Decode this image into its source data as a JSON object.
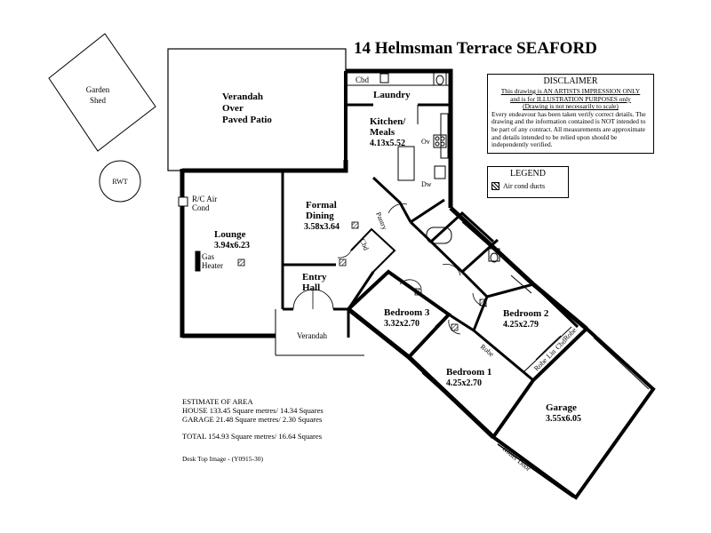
{
  "title": "14 Helmsman Terrace SEAFORD",
  "disclaimer": {
    "heading": "DISCLAIMER",
    "line1": "This drawing is AN ARTISTS IMPRESSION ONLY",
    "line2": "and is for ILLUSTRATION PURPOSES only",
    "line3": "(Drawing is not necessarily to scale)",
    "body": "Every endeavour has been taken verify correct details. The drawing and the information contained is NOT intended to be part of any contract.  All measurements are approximate and details intended to be relied upon should be independently verified."
  },
  "legend": {
    "heading": "LEGEND",
    "item": "Air cond ducts"
  },
  "rooms": {
    "verandah_patio": [
      "Verandah",
      "Over",
      "Paved Patio"
    ],
    "laundry": "Laundry",
    "cbd_laundry": "Cbd",
    "kitchen": [
      "Kitchen/",
      "Meals"
    ],
    "kitchen_size": "4.13x5.52",
    "ov": "Ov",
    "dw": "Dw",
    "formal_dining": [
      "Formal",
      "Dining"
    ],
    "formal_dining_size": "3.58x3.64",
    "pantry": "Pantry",
    "cbd_entry": "Cbd",
    "lounge": "Lounge",
    "lounge_size": "3.94x6.23",
    "rc_air": [
      "R/C Air",
      "Cond"
    ],
    "gas_heater": [
      "Gas",
      "Heater"
    ],
    "entry_hall": [
      "Entry",
      "Hall"
    ],
    "verandah": "Verandah",
    "bedroom3": "Bedroom 3",
    "bedroom3_size": "3.32x2.70",
    "bedroom2": "Bedroom 2",
    "bedroom2_size": "4.25x2.79",
    "bedroom1": "Bedroom 1",
    "bedroom1_size": "4.25x2.70",
    "robe": "Robe",
    "robe2": "Robe",
    "lin": "Lin",
    "cbd_hall": "Cbd",
    "robe3": "Robe",
    "garage": "Garage",
    "garage_size": "3.55x6.05",
    "roller_door": "Roller Door",
    "garden_shed": [
      "Garden",
      "Shed"
    ],
    "rwt": "RWT"
  },
  "area": {
    "heading": "ESTIMATE OF AREA",
    "house": "HOUSE   133.45 Square metres/  14.34 Squares",
    "garage": "GARAGE  21.48 Square metres/  2.30 Squares",
    "total": "TOTAL  154.93 Square metres/  16.64 Squares"
  },
  "credit": "Desk Top Image - (Y0915-30)"
}
